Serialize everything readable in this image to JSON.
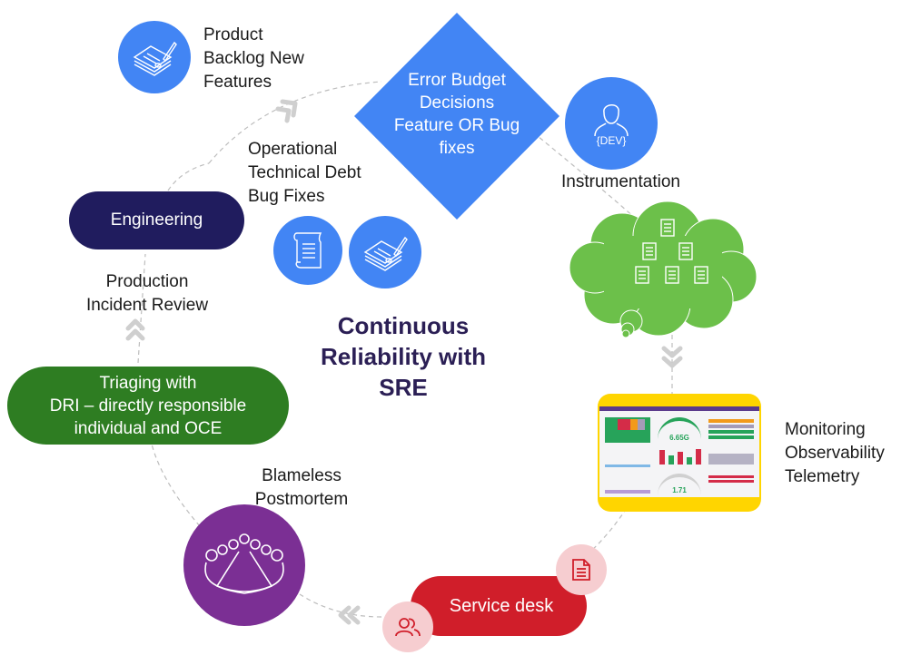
{
  "title": {
    "lines": [
      "Continuous",
      "Reliability with",
      "SRE"
    ]
  },
  "nodes": {
    "product_backlog": {
      "icon": "document-sign-icon",
      "lines": [
        "Product",
        "Backlog New",
        "Features"
      ]
    },
    "error_budget": {
      "lines": [
        "Error Budget",
        "Decisions",
        "Feature OR Bug",
        "fixes"
      ]
    },
    "dev": {
      "icon": "developer-icon",
      "badge": "{DEV}"
    },
    "instrumentation": {
      "label": "Instrumentation",
      "icon": "documents-hierarchy-icon"
    },
    "monitoring": {
      "lines": [
        "Monitoring",
        "Observability",
        "Telemetry"
      ],
      "dashboard": {
        "gauge_1_value": "6.65G",
        "gauge_2_value": "1.71"
      }
    },
    "service_desk": {
      "label": "Service desk",
      "icons": [
        "document-icon",
        "users-icon"
      ]
    },
    "blameless_postmortem": {
      "lines": [
        "Blameless",
        "Postmortem"
      ],
      "icon": "meeting-table-icon"
    },
    "triaging": {
      "lines": [
        "Triaging with",
        "DRI – directly responsible",
        "individual and OCE"
      ]
    },
    "production_incident_review": {
      "lines": [
        "Production",
        "Incident Review"
      ]
    },
    "engineering": {
      "label": "Engineering"
    },
    "operational_debt": {
      "lines": [
        "Operational",
        "Technical Debt",
        "Bug Fixes"
      ],
      "icons": [
        "scroll-icon",
        "document-sign-icon"
      ]
    }
  },
  "colors": {
    "blue": "#4285f4",
    "navy": "#201c5e",
    "green_dark": "#2e7d22",
    "green_cloud": "#6cc04a",
    "purple": "#7b2f94",
    "red": "#d01e2a",
    "red_light": "#f6cdd0",
    "yellow": "#ffd500",
    "title": "#2b1f55",
    "arrow_gray": "#cfcfcf"
  }
}
